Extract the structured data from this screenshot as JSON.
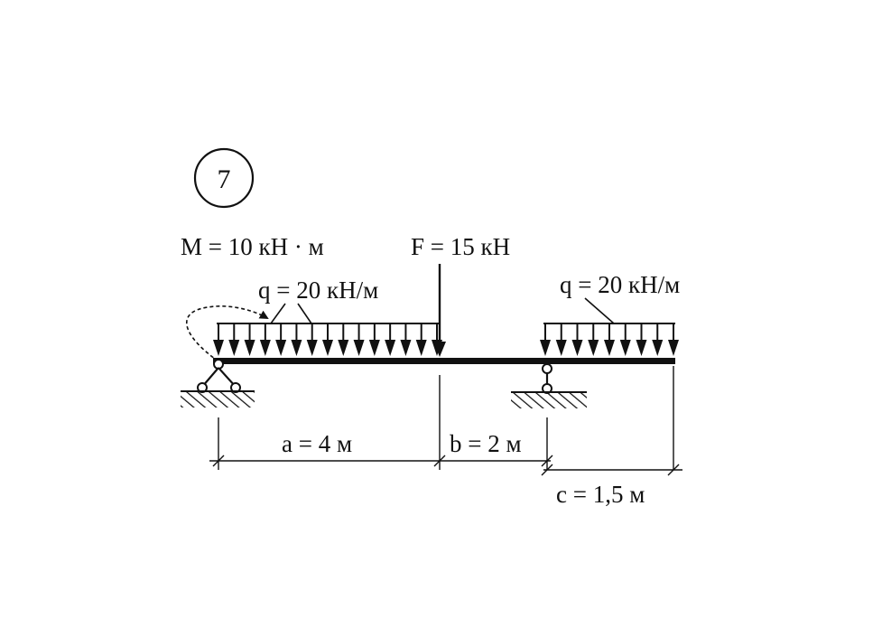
{
  "problem_number": "7",
  "labels": {
    "moment": "M = 10 кН · м",
    "force": "F = 15 кН",
    "load_left": "q = 20 кН/м",
    "load_right": "q = 20 кН/м",
    "dim_a": "a = 4 м",
    "dim_b": "b = 2 м",
    "dim_c": "c = 1,5 м"
  },
  "colors": {
    "ink": "#111111",
    "background": "#ffffff"
  }
}
